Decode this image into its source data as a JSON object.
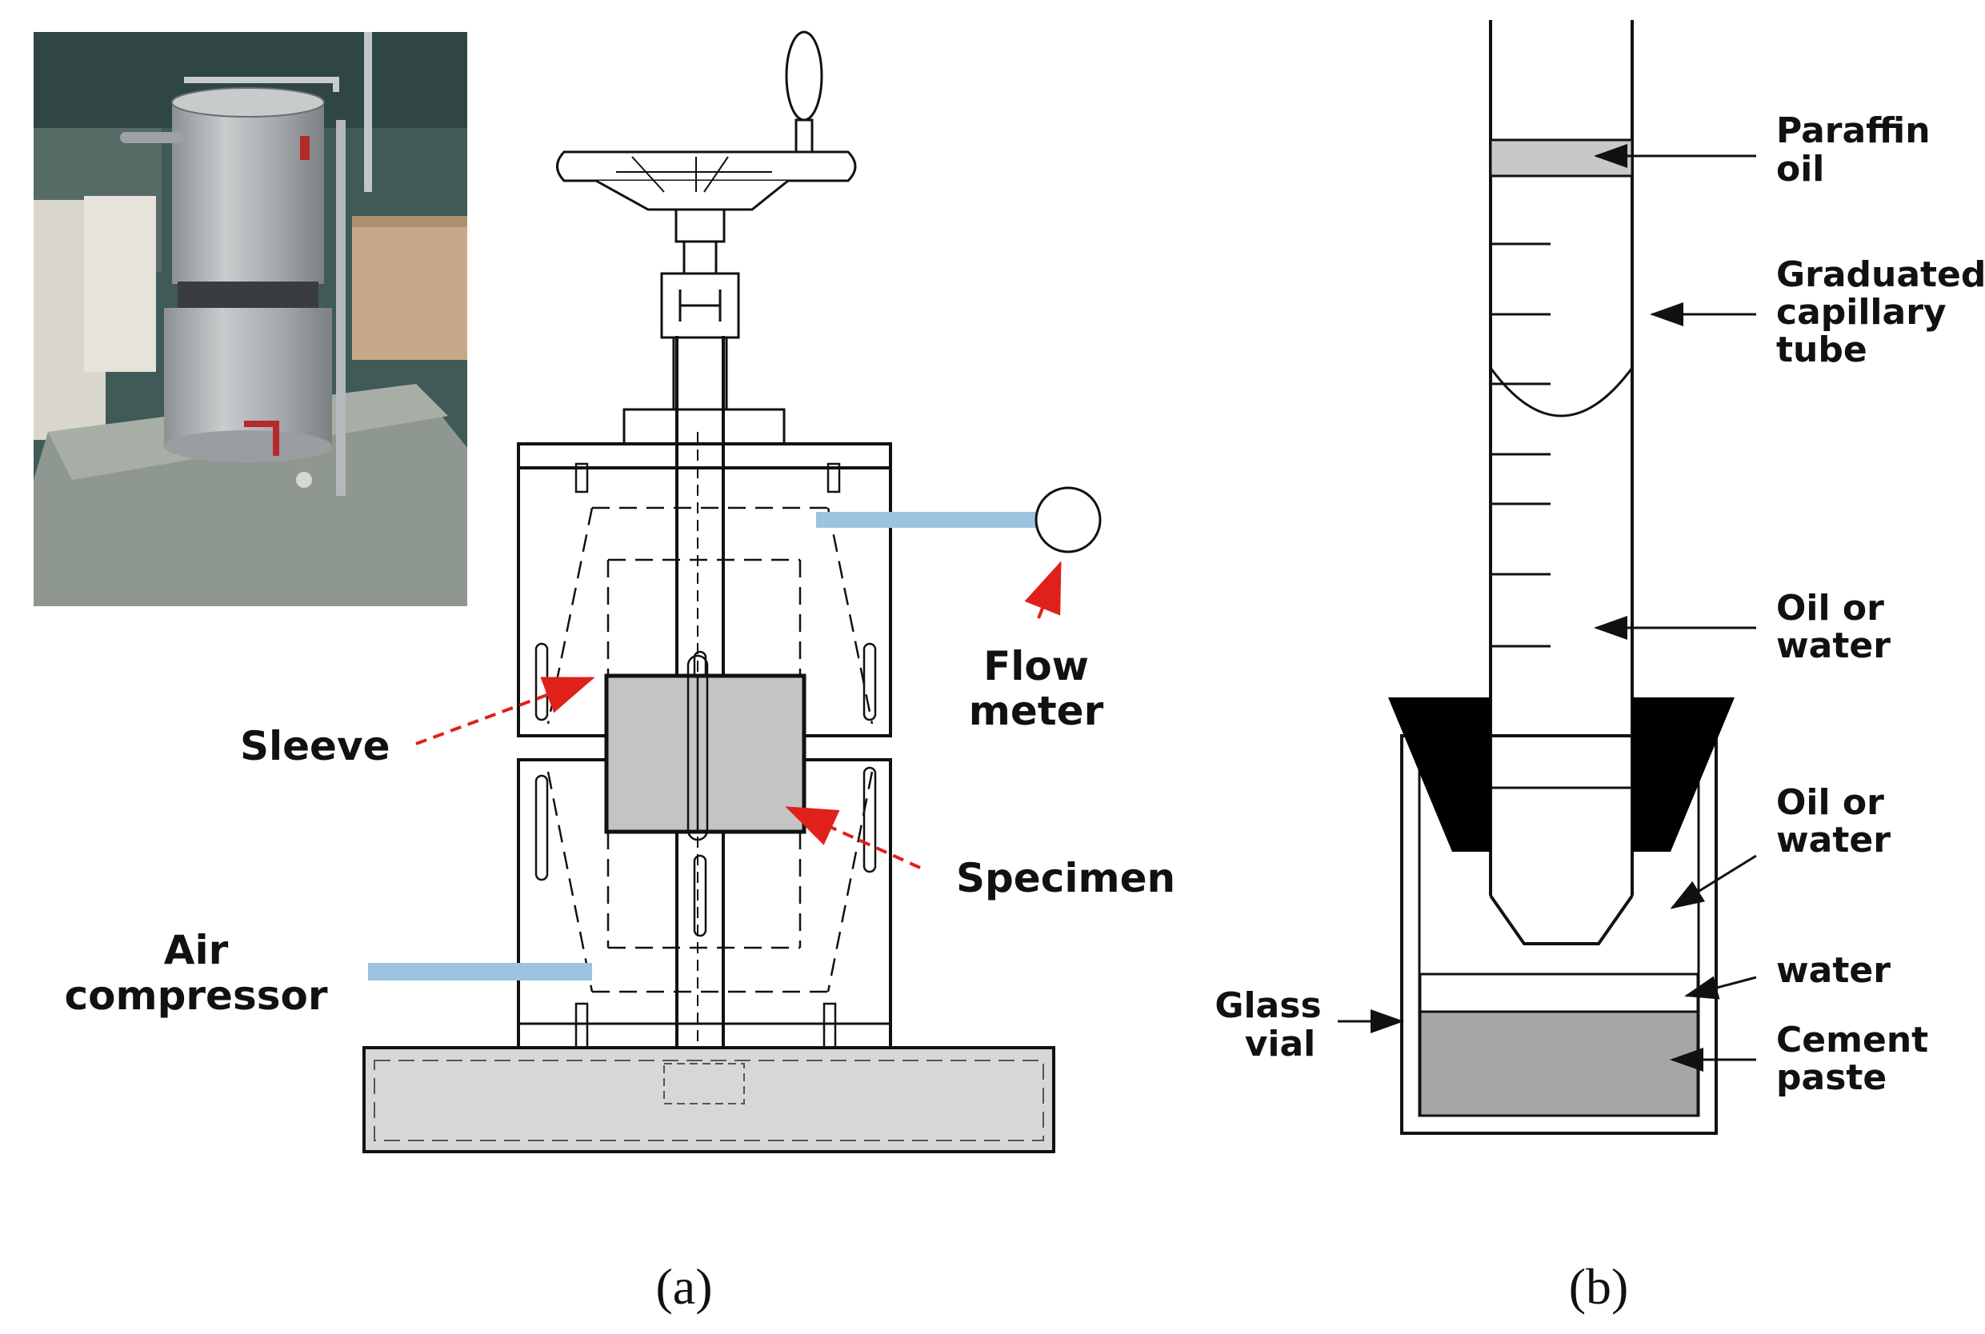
{
  "panel_a": {
    "caption": "(a)",
    "labels": {
      "flow_meter": [
        "Flow",
        "meter"
      ],
      "sleeve": "Sleeve",
      "specimen": "Specimen",
      "air_compressor": [
        "Air",
        "compressor"
      ]
    },
    "photo_description_colors": {
      "steel": "#a9adb0",
      "background": "#3f5a57",
      "floor": "#8f9890"
    }
  },
  "panel_b": {
    "caption": "(b)",
    "labels": {
      "paraffin_oil": [
        "Paraffin",
        "oil"
      ],
      "graduated_tube": [
        "Graduated",
        "capillary",
        "tube"
      ],
      "oil_or_water_top": [
        "Oil or",
        "water"
      ],
      "oil_or_water_bottom": [
        "Oil or",
        "water"
      ],
      "water": "water",
      "cement_paste": [
        "Cement",
        "paste"
      ],
      "glass_vial": [
        "Glass",
        "vial"
      ]
    }
  },
  "colors": {
    "ink": "#111111",
    "pipe_blue": "#9cc3e0",
    "arrow_red": "#e0201b",
    "specimen_gray": "#c4c4c4",
    "base_gray": "#d7d7d7",
    "paraffin_gray": "#c8c8c8",
    "cement_gray": "#a6a6a6",
    "stopper_black": "#000000"
  }
}
